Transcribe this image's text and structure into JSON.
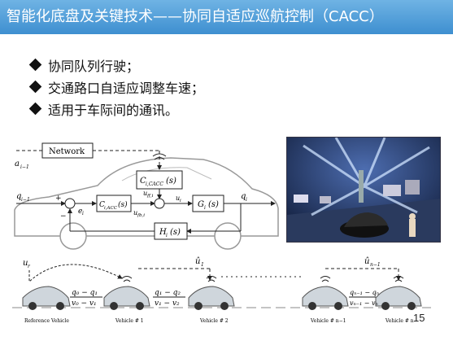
{
  "slide": {
    "title": "智能化底盘及关键技术——协同自适应巡航控制（CACC）",
    "bullets": [
      {
        "text": "协同队列行驶；"
      },
      {
        "text": "交通路口自适应调整车速；"
      },
      {
        "text": "适用于车际间的通讯。"
      }
    ],
    "page_number": "15"
  },
  "diagram": {
    "network_label": "Network",
    "a_input": "a",
    "a_sub": "i−1",
    "q_in": "q",
    "q_in_sub": "i−1",
    "c_cacc": "C",
    "c_cacc_sub": "i,CACC",
    "c_cacc_arg": "(s)",
    "c_acc": "C",
    "c_acc_sub": "i,ACC",
    "c_acc_arg": "(s)",
    "g_block": "G",
    "g_sub": "i",
    "g_arg": "(s)",
    "h_block": "H",
    "h_sub": "i",
    "h_arg": "(s)",
    "e_label": "e",
    "e_sub": "i",
    "uff_label": "u",
    "uff_sub": "ff,i",
    "ufb_label": "u",
    "ufb_sub": "fb,i",
    "ui_label": "u",
    "ui_sub": "i",
    "q_out": "q",
    "q_out_sub": "i",
    "plus": "+",
    "minus": "−"
  },
  "platoon": {
    "u_top": "u",
    "u_top_sub": "r",
    "u1_hat": "û",
    "u1_sub": "1",
    "un_hat": "û",
    "un_sub": "n−1",
    "gap1_top": "q₀ − q₁",
    "gap1_bottom": "v₀ − v₁",
    "gap2_top": "q₁ − q₂",
    "gap2_bottom": "v₁ − v₂",
    "gapn_top": "qₙ₋₁ − qₙ",
    "gapn_bottom": "vₙ₋₁ − vₙ",
    "vehicles": [
      {
        "label": "Reference Vehicle"
      },
      {
        "label": "Vehicle # 1"
      },
      {
        "label": "Vehicle # 2"
      },
      {
        "label": "Vehicle # n−1"
      },
      {
        "label": "Vehicle # n"
      }
    ]
  },
  "colors": {
    "title_bg": "#4a9ad8",
    "title_text": "#ffffff",
    "photo_bg": "#1b2c55"
  }
}
